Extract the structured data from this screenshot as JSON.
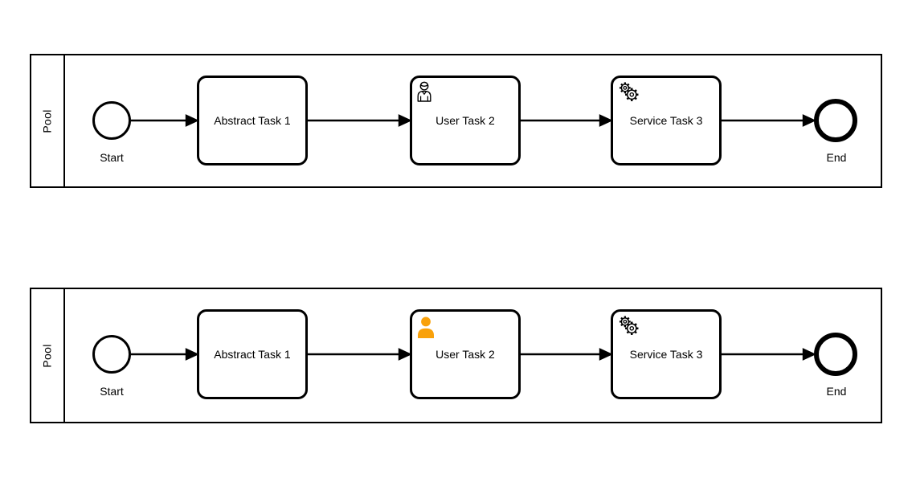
{
  "diagram": {
    "type": "bpmn-process-diagram",
    "background_color": "#ffffff",
    "stroke_color": "#000000",
    "user_icon_fill_color": "#F9A10A",
    "pools": [
      {
        "label": "Pool",
        "nodes": [
          {
            "type": "start-event",
            "label": "Start"
          },
          {
            "type": "task",
            "icon": "none",
            "label": "Abstract Task 1"
          },
          {
            "type": "task",
            "icon": "user-outline-icon",
            "label": "User Task 2"
          },
          {
            "type": "task",
            "icon": "service-gears-icon",
            "label": "Service Task 3"
          },
          {
            "type": "end-event",
            "label": "End"
          }
        ],
        "flows": [
          "Start→Abstract Task 1",
          "Abstract Task 1→User Task 2",
          "User Task 2→Service Task 3",
          "Service Task 3→End"
        ]
      },
      {
        "label": "Pool",
        "nodes": [
          {
            "type": "start-event",
            "label": "Start"
          },
          {
            "type": "task",
            "icon": "none",
            "label": "Abstract Task 1"
          },
          {
            "type": "task",
            "icon": "user-filled-icon",
            "label": "User Task 2"
          },
          {
            "type": "task",
            "icon": "service-gears-icon",
            "label": "Service Task 3"
          },
          {
            "type": "end-event",
            "label": "End"
          }
        ],
        "flows": [
          "Start→Abstract Task 1",
          "Abstract Task 1→User Task 2",
          "User Task 2→Service Task 3",
          "Service Task 3→End"
        ]
      }
    ]
  }
}
